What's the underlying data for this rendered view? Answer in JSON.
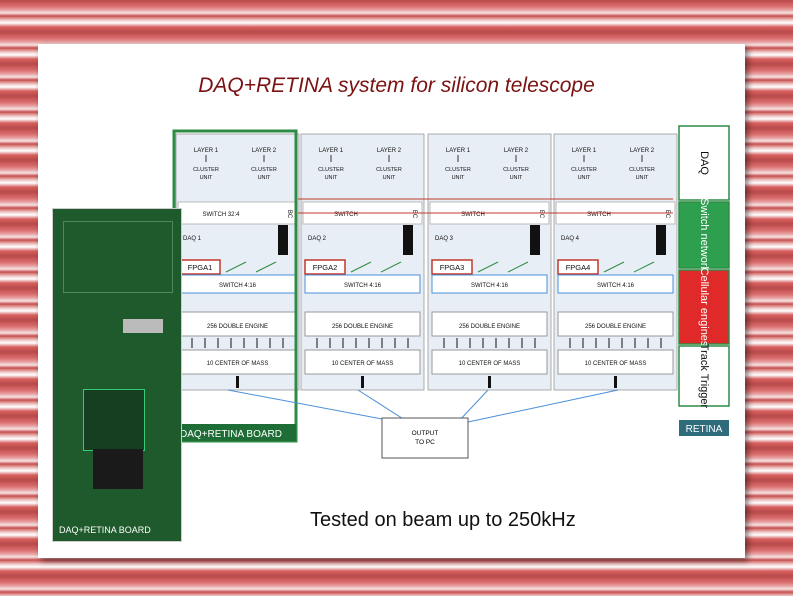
{
  "title": "DAQ+RETINA system for silicon telescope",
  "caption": "Tested on beam up to 250kHz",
  "photo_label": "DAQ+RETINA BOARD",
  "board_label": "DAQ+RETINA BOARD",
  "output_label_1": "OUTPUT",
  "output_label_2": "TO PC",
  "retina_label": "RETINA",
  "side_panels": [
    {
      "label": "DAQ",
      "color": "#ffffff",
      "text_color": "#111111"
    },
    {
      "label": "Switch network",
      "color": "#2e9e4f",
      "text_color": "#ffffff"
    },
    {
      "label": "Cellular engines",
      "color": "#e02a2a",
      "text_color": "#ffffff"
    },
    {
      "label": "Track Trigger",
      "color": "#ffffff",
      "text_color": "#111111"
    }
  ],
  "columns": [
    {
      "daq": "DAQ 1",
      "fpga": "FPGA1",
      "switch": "SWITCH 32:4",
      "engine": "256 DOUBLE ENGINE"
    },
    {
      "daq": "DAQ 2",
      "fpga": "FPGA2",
      "switch": "SWITCH",
      "engine": "256 DOUBLE ENGINE"
    },
    {
      "daq": "DAQ 3",
      "fpga": "FPGA3",
      "switch": "SWITCH",
      "engine": "256 DOUBLE ENGINE"
    },
    {
      "daq": "DAQ 4",
      "fpga": "FPGA4",
      "switch": "SWITCH",
      "engine": "256 DOUBLE ENGINE"
    }
  ],
  "common": {
    "layer1": "LAYER 1",
    "layer2": "LAYER 2",
    "cluster": "CLUSTER",
    "unit": "UNIT",
    "switch416": "SWITCH 4:16",
    "com": "10 CENTER OF MASS",
    "bc": "BC"
  }
}
